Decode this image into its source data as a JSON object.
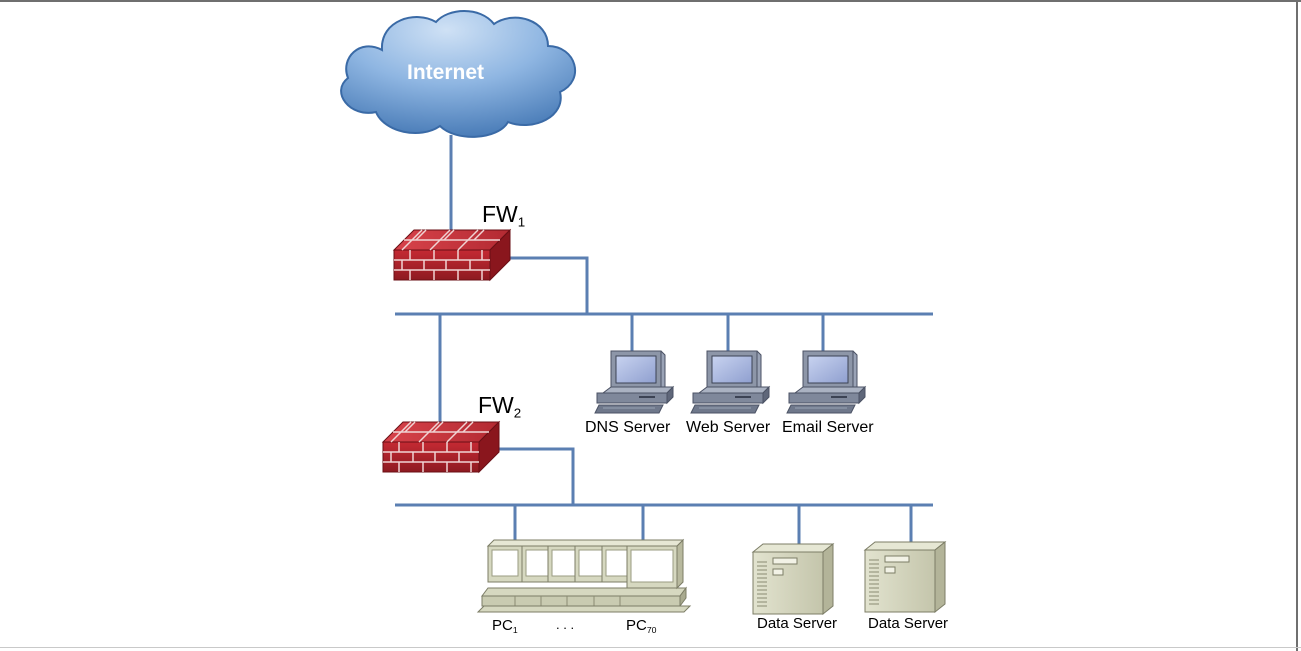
{
  "nodes": {
    "internet": {
      "label": "Internet"
    },
    "fw1": {
      "label": "FW",
      "sub": "1"
    },
    "fw2": {
      "label": "FW",
      "sub": "2"
    },
    "dns_server": {
      "label": "DNS Server"
    },
    "web_server": {
      "label": "Web Server"
    },
    "email_server": {
      "label": "Email Server"
    },
    "pc_first": {
      "label": "PC",
      "sub": "1"
    },
    "pc_ellipsis": {
      "label": ". . ."
    },
    "pc_last": {
      "label": "PC",
      "sub": "70"
    },
    "data_server_1": {
      "label": "Data Server"
    },
    "data_server_2": {
      "label": "Data Server"
    }
  },
  "colors": {
    "link_line": "#5b7fb2",
    "cloud_fill_top": "#b9d3ee",
    "cloud_fill_bottom": "#3f76b8",
    "firewall": "#b0232c",
    "firewall_mortar": "#f0d4d4",
    "workstation_body": "#8d96a8",
    "workstation_screen": "#aebbe0",
    "pc_beige": "#d6d8c0",
    "server_beige": "#d4d4bc"
  },
  "icons": {
    "internet": "cloud-icon",
    "firewall": "brick-firewall-icon",
    "server": "workstation-icon",
    "pc": "desktop-pc-icon",
    "data_server": "tower-server-icon"
  }
}
